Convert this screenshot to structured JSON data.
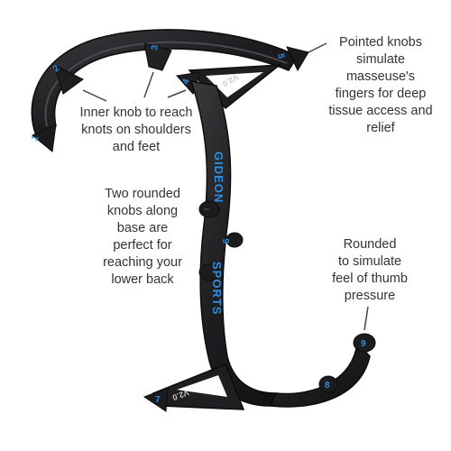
{
  "product": {
    "brand_word_1": "GIDEON",
    "brand_word_2": "SPORTS",
    "version_top": "V2.0",
    "version_bottom": "V2.0",
    "knob_numbers": [
      "1",
      "2",
      "3",
      "4",
      "5",
      "6",
      "7",
      "8",
      "9"
    ],
    "colors": {
      "body": "#1f1f21",
      "highlight": "#3a3a3d",
      "accent": "#2f8fe0"
    }
  },
  "callouts": {
    "pointed_knobs": [
      "Pointed knobs",
      "simulate",
      "masseuse's",
      "fingers for deep",
      "tissue access and",
      "relief"
    ],
    "inner_knob": [
      "Inner knob to reach",
      "knots on shoulders",
      "and feet"
    ],
    "rounded_base": [
      "Two rounded",
      "knobs along",
      "base are",
      "perfect for",
      "reaching your",
      "lower back"
    ],
    "thumb": [
      "Rounded",
      "to simulate",
      "feel of thumb",
      "pressure"
    ]
  }
}
